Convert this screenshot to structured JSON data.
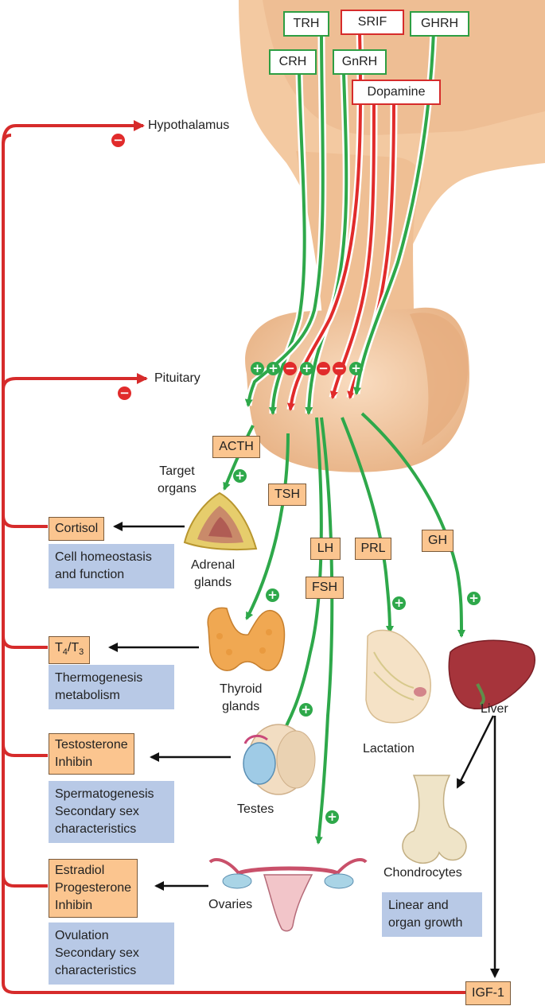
{
  "hypothalamic_hormones": {
    "trh": "TRH",
    "srif": "SRIF",
    "ghrh": "GHRH",
    "crh": "CRH",
    "gnrh": "GnRH",
    "dopamine": "Dopamine"
  },
  "regions": {
    "hypothalamus": "Hypothalamus",
    "pituitary": "Pituitary",
    "target_organs": [
      "Target",
      "organs"
    ]
  },
  "pituitary_hormones": {
    "acth": "ACTH",
    "tsh": "TSH",
    "lh": "LH",
    "fsh": "FSH",
    "prl": "PRL",
    "gh": "GH"
  },
  "organs": {
    "adrenal": [
      "Adrenal",
      "glands"
    ],
    "thyroid": [
      "Thyroid",
      "glands"
    ],
    "testes": "Testes",
    "ovaries": "Ovaries",
    "lactation": "Lactation",
    "liver": "Liver",
    "chondrocytes": "Chondrocytes"
  },
  "outputs": {
    "cortisol": "Cortisol",
    "t4": "T",
    "t4_sub": "4",
    "t3": "/T",
    "t3_sub": "3",
    "testes_hormones": [
      "Testosterone",
      "Inhibin"
    ],
    "ovary_hormones": [
      "Estradiol",
      "Progesterone",
      "Inhibin"
    ],
    "igf1": "IGF-1"
  },
  "effects": {
    "cortisol": [
      "Cell homeostasis",
      "and function"
    ],
    "thyroid": [
      "Thermogenesis",
      "metabolism"
    ],
    "testes": [
      "Spermatogenesis",
      "Secondary sex",
      "characteristics"
    ],
    "ovaries": [
      "Ovulation",
      "Secondary sex",
      "characteristics"
    ],
    "growth": [
      "Linear and",
      "organ growth"
    ]
  },
  "signs": {
    "plus": "+",
    "minus": "−"
  },
  "colors": {
    "stimulatory": "#2ea84a",
    "inhibitory": "#e12b2b",
    "feedback": "#d62b2b",
    "tissue": "#f3c9a1",
    "hormone_box": "#fbc58f",
    "effect_box": "#b8c9e6"
  }
}
